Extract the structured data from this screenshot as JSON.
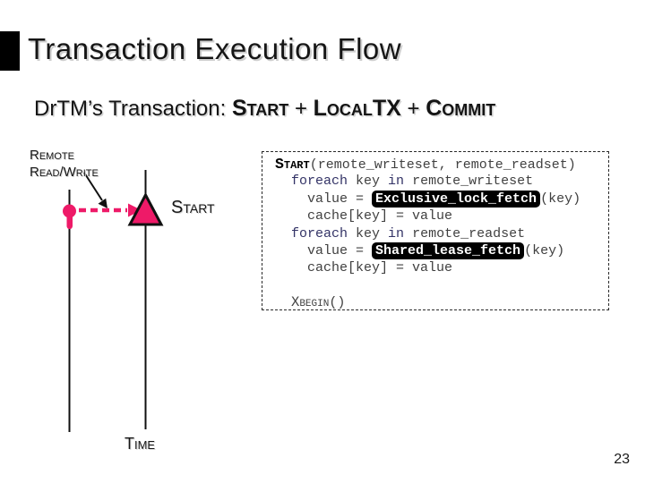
{
  "slide": {
    "title": "Transaction Execution Flow",
    "page_number": "23"
  },
  "subtitle": {
    "prefix": "DrTM’s Transaction: ",
    "terms": [
      "Start",
      "LocalTX",
      "Commit"
    ],
    "plus": " + "
  },
  "timeline": {
    "remote_label_line1": "Remote",
    "remote_label_line2": "Read/Write",
    "start_label": "Start",
    "time_label": "Time"
  },
  "code": {
    "lines": [
      {
        "segments": [
          {
            "t": "Start"
          },
          {
            "t": "(remote_writeset, remote_readset)"
          }
        ]
      },
      {
        "segments": [
          {
            "t": "  "
          },
          {
            "t": "foreach"
          },
          {
            "t": " key "
          },
          {
            "t": "in"
          },
          {
            "t": " remote_writeset"
          }
        ]
      },
      {
        "segments": [
          {
            "t": "    value = "
          },
          {
            "t": "Exclusive_lock_fetch"
          },
          {
            "t": "(key)"
          }
        ]
      },
      {
        "segments": [
          {
            "t": "    cache[key] = value"
          }
        ]
      },
      {
        "segments": [
          {
            "t": "  "
          },
          {
            "t": "foreach"
          },
          {
            "t": " key "
          },
          {
            "t": "in"
          },
          {
            "t": " remote_readset"
          }
        ]
      },
      {
        "segments": [
          {
            "t": "    value = "
          },
          {
            "t": "Shared_lease_fetch"
          },
          {
            "t": "(key)"
          }
        ]
      },
      {
        "segments": [
          {
            "t": "    cache[key] = value"
          }
        ]
      },
      {
        "segments": [
          {
            "t": ""
          }
        ]
      },
      {
        "segments": [
          {
            "t": "  "
          },
          {
            "t": "Xbegin"
          },
          {
            "t": "()"
          }
        ]
      }
    ]
  },
  "colors": {
    "accent": "#ee1a68",
    "keyword": "#333366",
    "code_text": "#404040",
    "highlight_bg": "#000000",
    "highlight_text": "#ffffff"
  }
}
